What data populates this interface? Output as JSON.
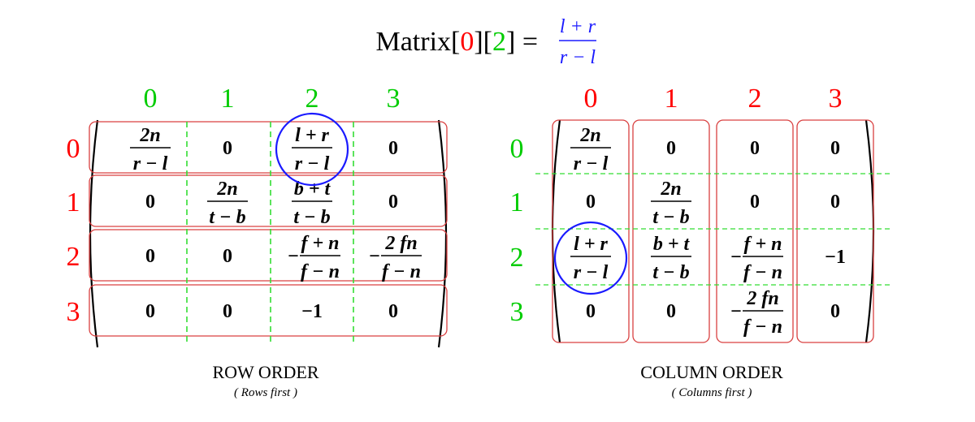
{
  "title": {
    "prefix": "Matrix[",
    "row_index": "0",
    "mid": "][",
    "col_index": "2",
    "suffix": "] =",
    "num": "l + r",
    "den": "r − l"
  },
  "colors": {
    "row_index": "#ff0000",
    "col_index": "#00cc00",
    "highlight": "#1a1aff",
    "row_box": "#d94040",
    "col_divider": "#33dd33"
  },
  "row_order": {
    "caption": "ROW ORDER",
    "subcaption": "( Rows first )",
    "col_indices": [
      "0",
      "1",
      "2",
      "3"
    ],
    "row_indices": [
      "0",
      "1",
      "2",
      "3"
    ],
    "highlight_cell": [
      0,
      2
    ],
    "cells": [
      [
        {
          "num": "2n",
          "den": "r − l"
        },
        {
          "text": "0"
        },
        {
          "num": "l + r",
          "den": "r − l"
        },
        {
          "text": "0"
        }
      ],
      [
        {
          "text": "0"
        },
        {
          "num": "2n",
          "den": "t − b"
        },
        {
          "num": "b + t",
          "den": "t − b"
        },
        {
          "text": "0"
        }
      ],
      [
        {
          "text": "0"
        },
        {
          "text": "0"
        },
        {
          "sign": "−",
          "num": "f + n",
          "den": "f − n"
        },
        {
          "sign": "−",
          "num": "2 fn",
          "den": "f − n"
        }
      ],
      [
        {
          "text": "0"
        },
        {
          "text": "0"
        },
        {
          "text": "−1"
        },
        {
          "text": "0"
        }
      ]
    ]
  },
  "column_order": {
    "caption": "COLUMN ORDER",
    "subcaption": "( Columns first )",
    "col_indices": [
      "0",
      "1",
      "2",
      "3"
    ],
    "row_indices": [
      "0",
      "1",
      "2",
      "3"
    ],
    "highlight_cell": [
      2,
      0
    ],
    "cells": [
      [
        {
          "num": "2n",
          "den": "r − l"
        },
        {
          "text": "0"
        },
        {
          "text": "0"
        },
        {
          "text": "0"
        }
      ],
      [
        {
          "text": "0"
        },
        {
          "num": "2n",
          "den": "t − b"
        },
        {
          "text": "0"
        },
        {
          "text": "0"
        }
      ],
      [
        {
          "num": "l + r",
          "den": "r − l"
        },
        {
          "num": "b + t",
          "den": "t − b"
        },
        {
          "sign": "−",
          "num": "f + n",
          "den": "f − n"
        },
        {
          "text": "−1"
        }
      ],
      [
        {
          "text": "0"
        },
        {
          "text": "0"
        },
        {
          "sign": "−",
          "num": "2 fn",
          "den": "f − n"
        },
        {
          "text": "0"
        }
      ]
    ]
  }
}
